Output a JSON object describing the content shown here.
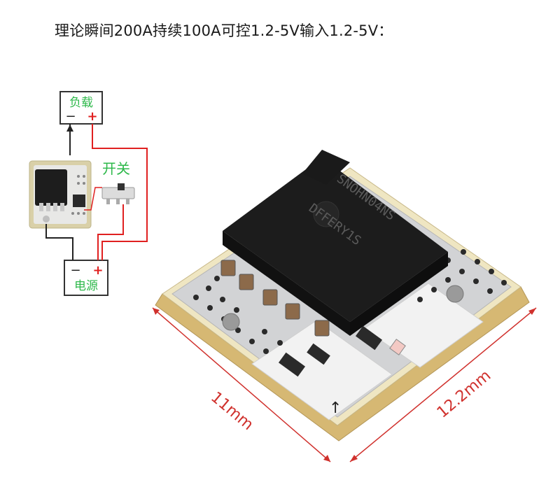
{
  "headline": "理论瞬间200A持续100A可控1.2-5V输入1.2-5V：",
  "wiring": {
    "load_label": "负载",
    "load_minus": "−",
    "load_plus": "+",
    "switch_label": "开关",
    "power_label": "电源",
    "power_minus": "−",
    "power_plus": "+"
  },
  "board": {
    "chip_marking_line1": "SNOHN04NS",
    "chip_marking_line2": "DFFERY1S"
  },
  "dimensions": {
    "width_label": "11mm",
    "depth_label": "12.2mm"
  },
  "colors": {
    "wire_red": "#e02020",
    "wire_black": "#222222",
    "label_green": "#2db84a",
    "dimension_red": "#d0312d"
  }
}
